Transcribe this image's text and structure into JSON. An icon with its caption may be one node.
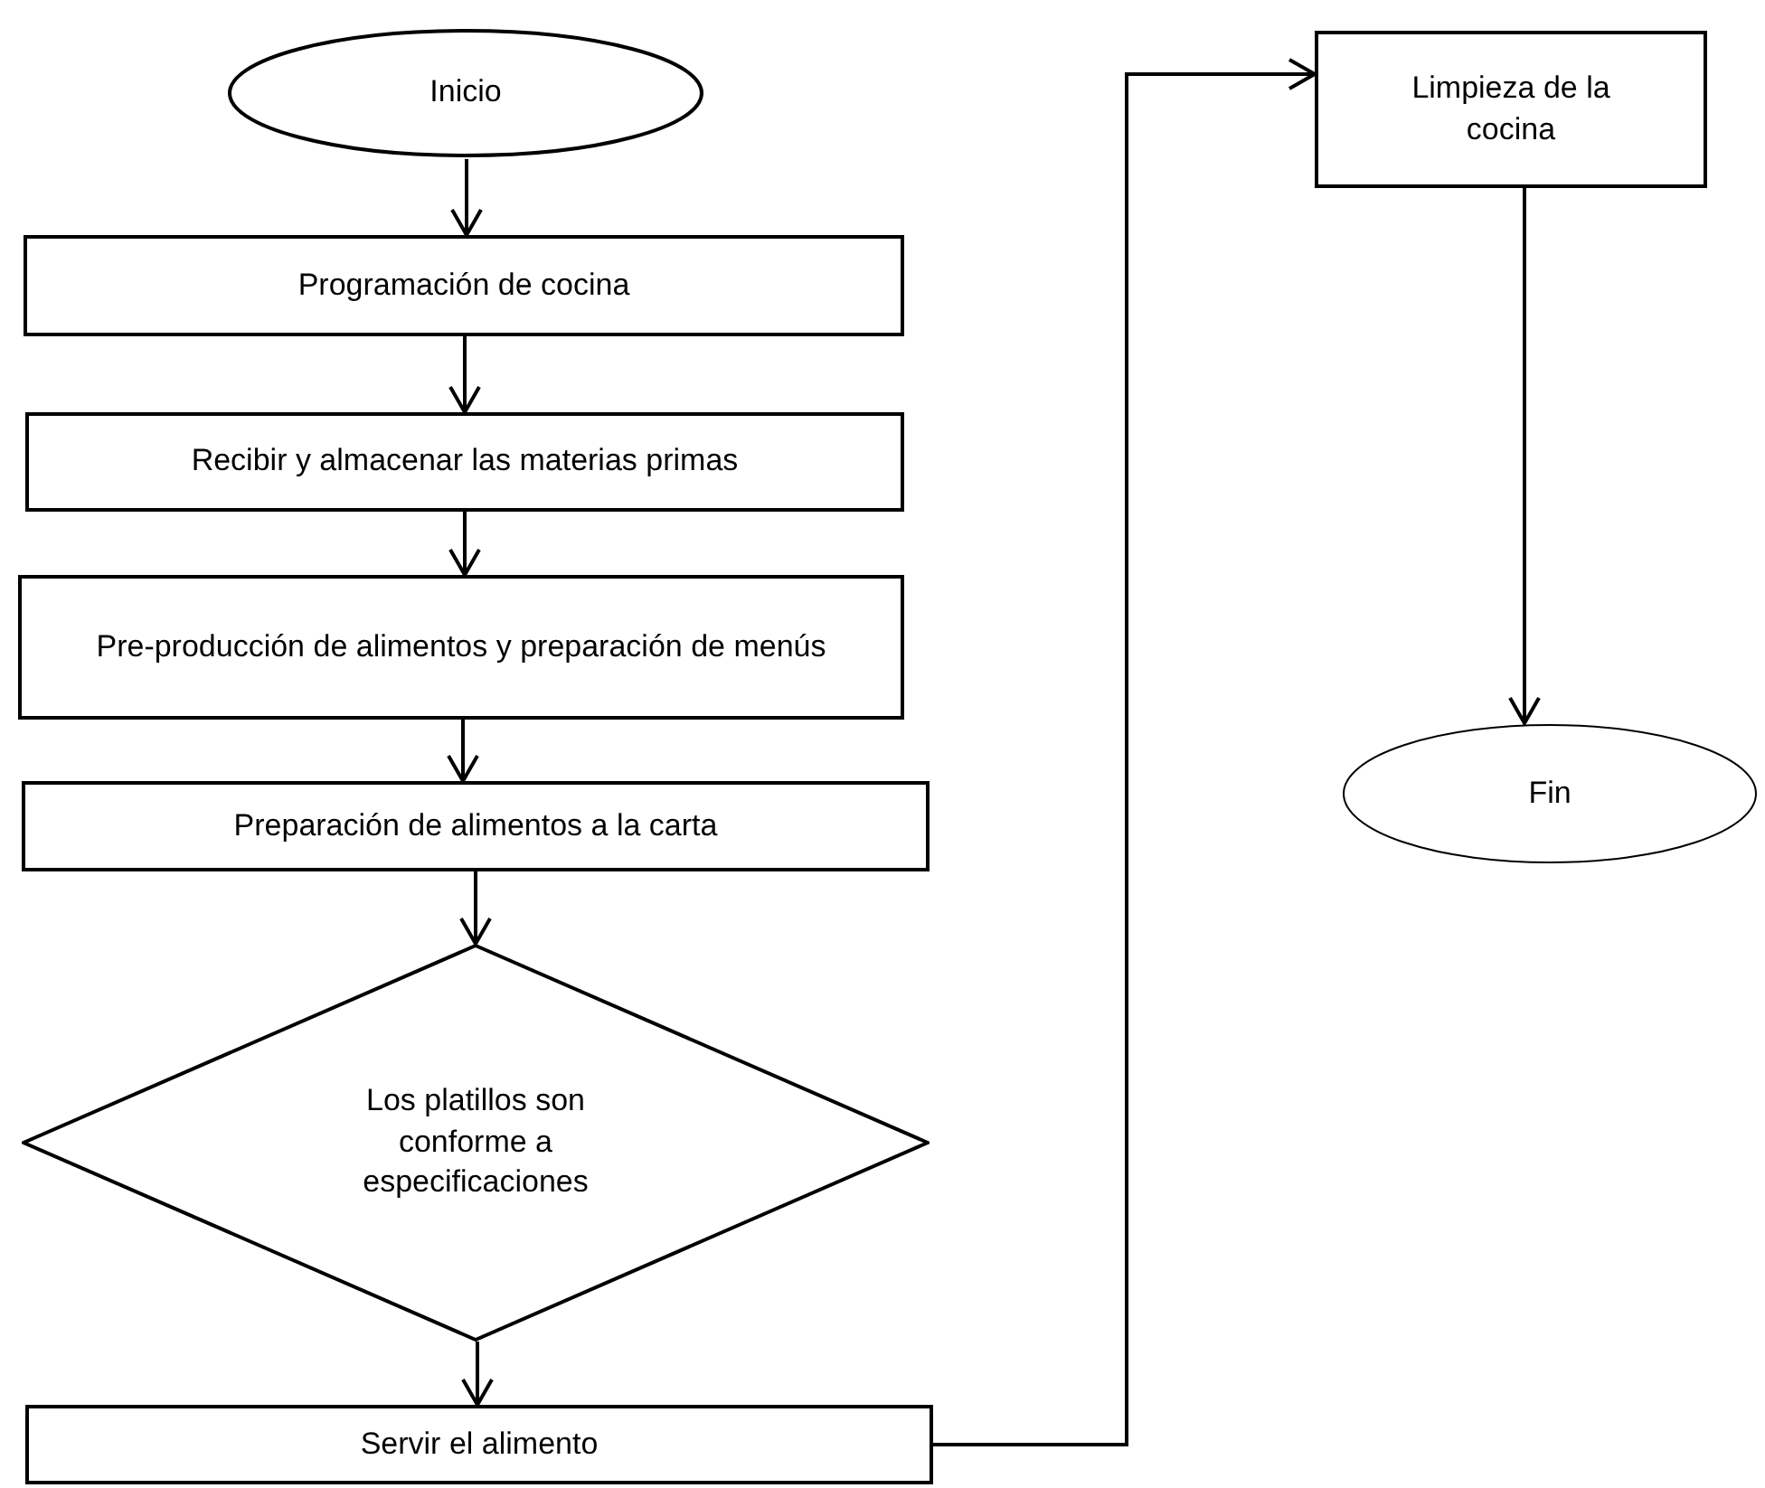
{
  "diagram": {
    "nodes": [
      {
        "text": [
          "Inicio"
        ]
      },
      {
        "text": [
          "Programación de cocina"
        ]
      },
      {
        "text": [
          "Recibir y almacenar las materias primas"
        ]
      },
      {
        "text": [
          "Pre-producción de alimentos y preparación de menús"
        ]
      },
      {
        "text": [
          "Preparación de alimentos a la carta"
        ]
      },
      {
        "text": [
          "Los platillos son conforme a especificaciones"
        ]
      },
      {
        "text": [
          "Servir el alimento"
        ]
      },
      {
        "text": [
          "Limpieza de la cocina"
        ]
      },
      {
        "text": [
          "Fin"
        ]
      }
    ],
    "edges": [
      {
        "from": 0,
        "to": 1,
        "arrow": "to"
      },
      {
        "from": 1,
        "to": 2,
        "arrow": "to"
      },
      {
        "from": 2,
        "to": 3,
        "arrow": "to"
      },
      {
        "from": 3,
        "to": 4,
        "arrow": "to"
      },
      {
        "from": 4,
        "to": 5,
        "arrow": "to"
      },
      {
        "from": 5,
        "to": 6,
        "arrow": "to"
      },
      {
        "from": 6,
        "to": 7,
        "arrow": "to"
      },
      {
        "from": 7,
        "to": 8,
        "arrow": "to"
      }
    ]
  }
}
